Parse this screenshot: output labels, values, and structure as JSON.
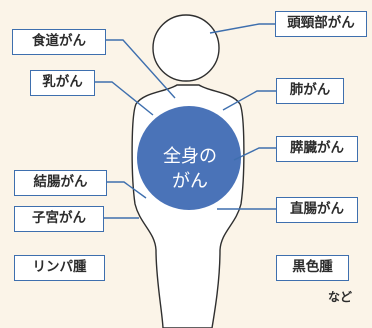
{
  "colors": {
    "background": "#fbf4e8",
    "accent": "#3e6fae",
    "circle": "#4a73b8",
    "body": "#ffffff",
    "text": "#2c2c2c"
  },
  "center_label": [
    "全身の",
    "がん"
  ],
  "labels": {
    "esophageal": "食道がん",
    "breast": "乳がん",
    "colon": "結腸がん",
    "uterine": "子宮がん",
    "lymphoma": "リンパ腫",
    "head_neck": "頭頸部がん",
    "lung": "肺がん",
    "pancreatic": "膵臓がん",
    "rectal": "直腸がん",
    "melanoma": "黒色腫"
  },
  "footnote": "など"
}
